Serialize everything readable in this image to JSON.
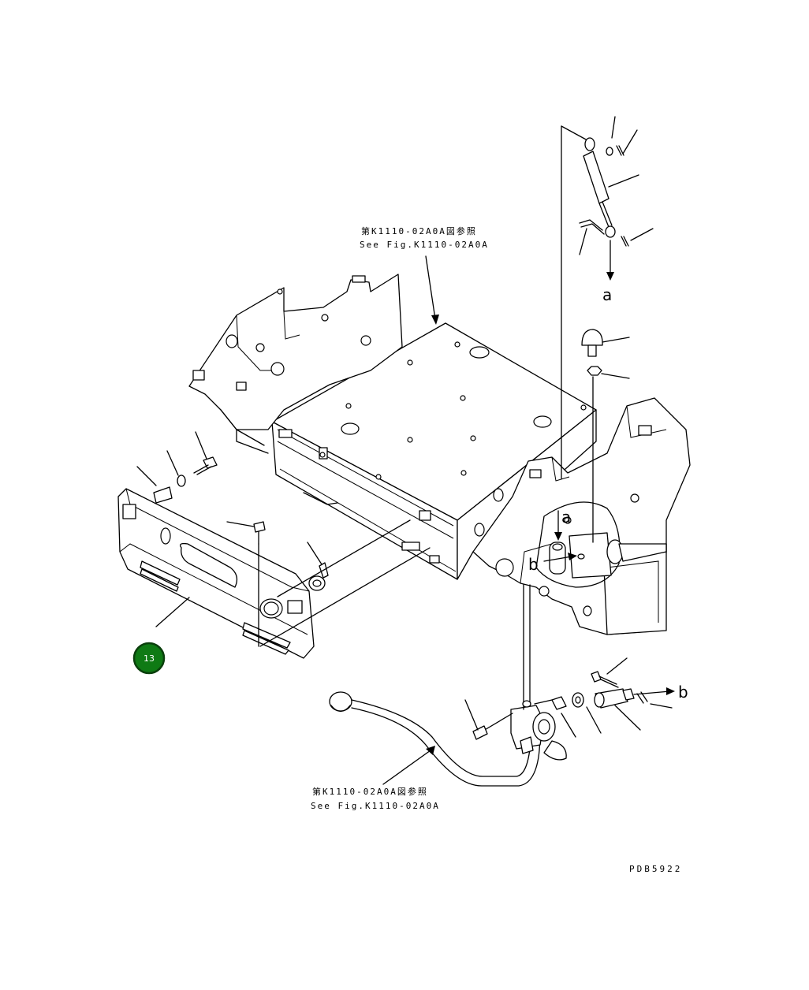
{
  "references": {
    "top": {
      "jp": "第K1110-02A0A図参照",
      "en": "See Fig.K1110-02A0A"
    },
    "bottom": {
      "jp": "第K1110-02A0A図参照",
      "en": "See Fig.K1110-02A0A"
    }
  },
  "view_markers": {
    "a": "a",
    "b": "b"
  },
  "badge": {
    "number": "13",
    "color": "#0f7a14",
    "border_color": "#0a3f0c"
  },
  "drawing_code": "PDB5922"
}
